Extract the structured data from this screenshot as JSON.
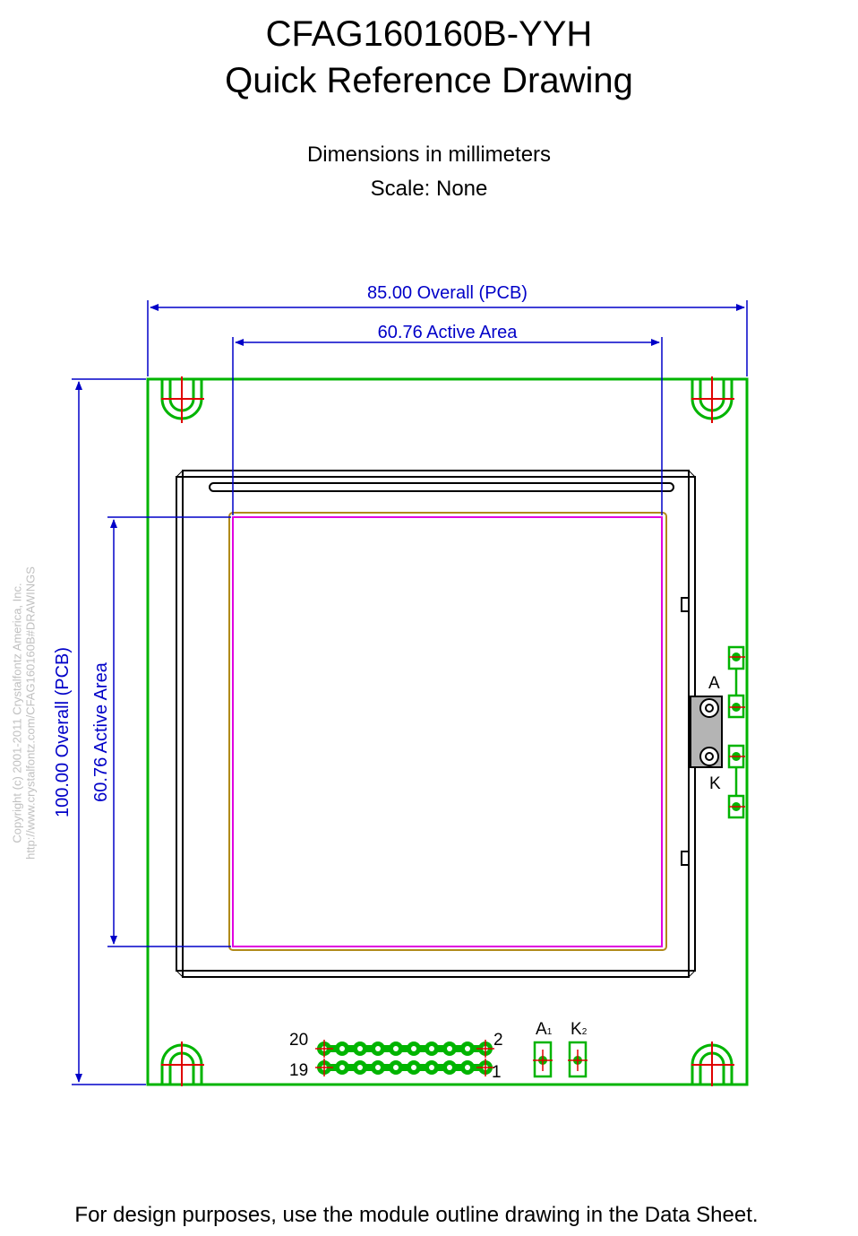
{
  "title": {
    "line1": "CFAG160160B-YYH",
    "line2": "Quick Reference Drawing"
  },
  "notes": {
    "units": "Dimensions in millimeters",
    "scale": "Scale: None",
    "footer": "For design purposes, use the module outline drawing in the Data Sheet."
  },
  "dimensions": {
    "pcb_width": "85.00 Overall (PCB)",
    "active_width": "60.76 Active Area",
    "pcb_height": "100.00 Overall (PCB)",
    "active_height": "60.76 Active Area"
  },
  "copyright": {
    "line1": "Copyright (c) 2001-2011 Crystalfontz America, Inc.",
    "line2": "http://www.crystalfontz.com/CFAG160160B#DRAWINGS"
  },
  "pins": {
    "top_left": "20",
    "top_right": "2",
    "bottom_left": "19",
    "bottom_right": "1",
    "a1_main": "A",
    "a1_sub": "1",
    "k2_main": "K",
    "k2_sub": "2"
  },
  "backlight": {
    "anode": "A",
    "cathode": "K"
  },
  "colors": {
    "pcb_outline": "#00b400",
    "dimension": "#0000c8",
    "active_area": "#e000e0",
    "viewing_area": "#b08a1a",
    "centerline": "#e00000",
    "bezel": "#000000",
    "backlight_tab": "#b4b4b4"
  }
}
